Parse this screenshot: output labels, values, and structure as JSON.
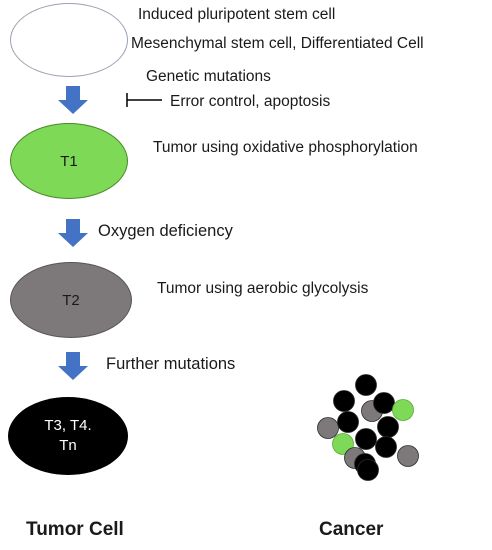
{
  "cells": [
    {
      "id": "origin",
      "label": "",
      "fill": "#ffffff",
      "stroke": "#9aa3b0"
    },
    {
      "id": "t1",
      "label": "T1",
      "fill": "#7ed957",
      "stroke": "#4a8a2a"
    },
    {
      "id": "t2",
      "label": "T2",
      "fill": "#7d7879",
      "stroke": "#5a5657"
    },
    {
      "id": "t3",
      "label_line1": "T3, T4.",
      "label_line2": "Tn",
      "fill": "#000000",
      "text_color": "#ffffff"
    }
  ],
  "texts": {
    "origin_line1": "Induced pluripotent stem  cell",
    "origin_line2": "Mesenchymal stem  cell, Differentiated Cell",
    "genetic_mutations": "Genetic mutations",
    "error_control": "Error control, apoptosis",
    "t1_desc": "Tumor using oxidative phosphorylation",
    "oxygen": "Oxygen deficiency",
    "t2_desc": "Tumor using aerobic glycolysis",
    "further": "Further mutations"
  },
  "captions": {
    "left": "Tumor Cell",
    "right": "Cancer"
  },
  "colors": {
    "arrow": "#4472c4",
    "cluster_black": "#000000",
    "cluster_gray": "#7d7879",
    "cluster_green": "#7ed957"
  },
  "cluster": [
    {
      "color": "black"
    },
    {
      "color": "black"
    },
    {
      "color": "gray"
    },
    {
      "color": "black"
    },
    {
      "color": "green"
    },
    {
      "color": "gray"
    },
    {
      "color": "black"
    },
    {
      "color": "black"
    },
    {
      "color": "black"
    },
    {
      "color": "green"
    },
    {
      "color": "black"
    },
    {
      "color": "gray"
    },
    {
      "color": "black"
    },
    {
      "color": "gray"
    },
    {
      "color": "black"
    }
  ]
}
